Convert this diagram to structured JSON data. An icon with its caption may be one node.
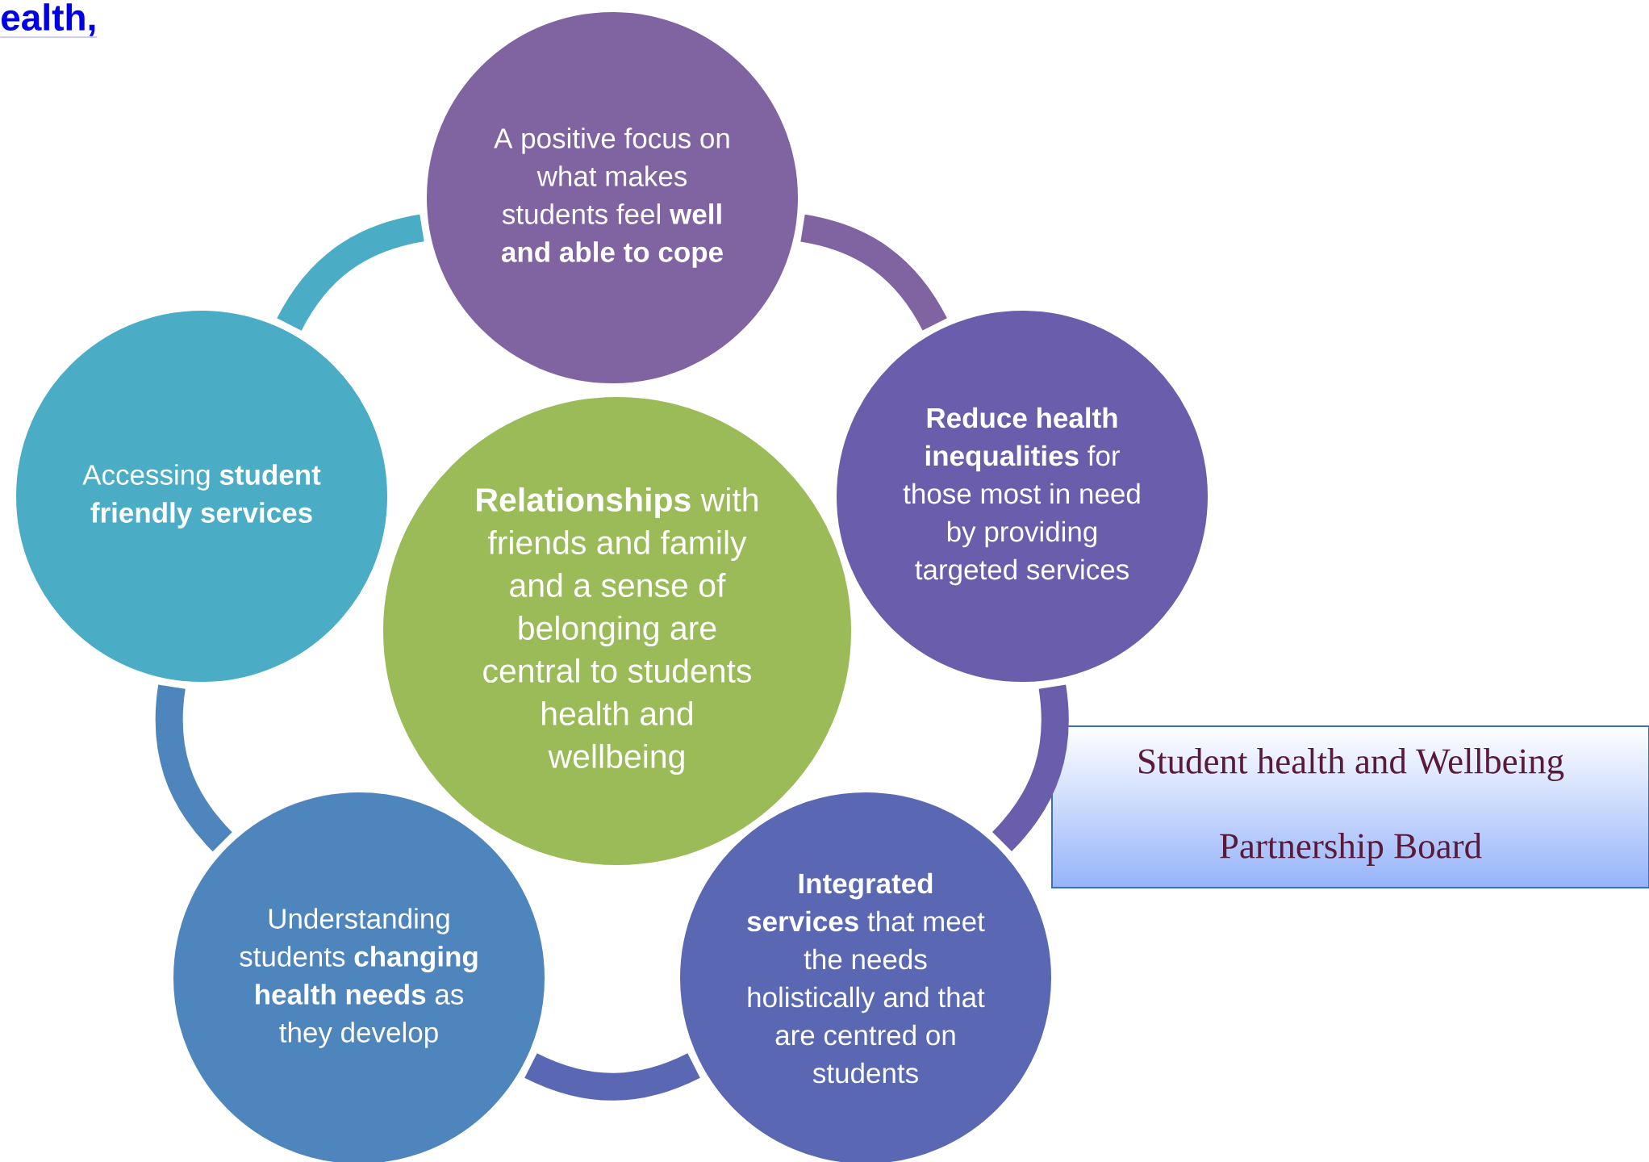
{
  "diagram": {
    "nodes": [
      {
        "text": [
          "A positive focus on what makes students feel **well and able to cope**"
        ]
      },
      {
        "text": [
          "Accessing  **student friendly services**"
        ]
      },
      {
        "text": [
          "**Reduce health inequalities** for those most in need by providing targeted services"
        ]
      },
      {
        "text": [
          "**Relationships** with friends and family and a sense of belonging are central to students health and wellbeing"
        ]
      },
      {
        "text": [
          "Understanding students **changing health needs** as they develop"
        ]
      },
      {
        "text": [
          "**Integrated services** that meet the needs holistically and that are centred on students"
        ]
      },
      {
        "text": [
          "Student health  and Wellbeing Partnership Board"
        ]
      }
    ],
    "edges": [
      {
        "from": 0,
        "to": 2,
        "arrow": "none",
        "color": "#8064a2"
      },
      {
        "from": 2,
        "to": 5,
        "arrow": "none",
        "color": "#6a5dab"
      },
      {
        "from": 5,
        "to": 4,
        "arrow": "none",
        "color": "#5a67b3"
      },
      {
        "from": 4,
        "to": 1,
        "arrow": "none",
        "color": "#4f85bd"
      },
      {
        "from": 1,
        "to": 0,
        "arrow": "none",
        "color": "#4bacc6"
      }
    ],
    "labels": [
      "ealth,"
    ]
  }
}
